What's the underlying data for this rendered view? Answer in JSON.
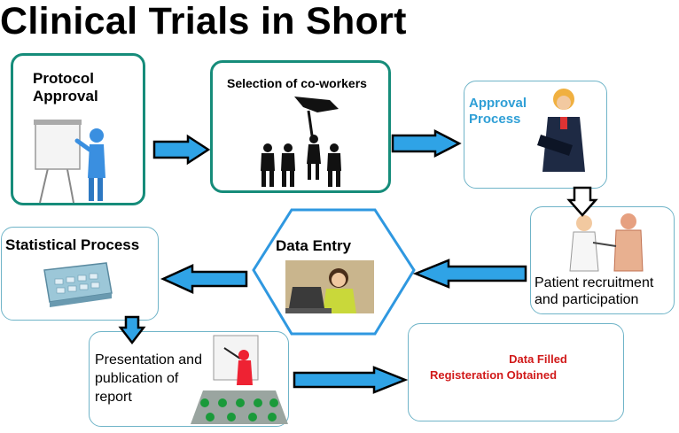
{
  "title": "Clinical Trials in Short",
  "steps": {
    "protocol": {
      "label": "Protocol Approval"
    },
    "coworkers": {
      "label": "Selection of co-workers"
    },
    "approval": {
      "label": "Approval Process"
    },
    "recruitment": {
      "label": "Patient recruitment and participation"
    },
    "data_entry": {
      "label": "Data Entry"
    },
    "statistical": {
      "label": "Statistical Process"
    },
    "presentation": {
      "label": "Presentation and publication of report"
    },
    "filled": {
      "line1": "Data Filled",
      "line2": "Registeration Obtained"
    }
  },
  "icons": {
    "protocol": "presenter-flipchart-icon",
    "coworkers": "hand-picking-businessman-icon",
    "approval": "woman-with-folder-icon",
    "recruitment": "doctor-examining-patient-icon",
    "data_entry": "woman-at-laptop-icon",
    "statistical": "calculator-icon",
    "presentation": "presenter-audience-icon"
  },
  "colors": {
    "arrow_fill": "#2fa3e6",
    "box_border": "#168c7a",
    "hexagon_border": "#2f98e0",
    "approval_text": "#2f9fd6",
    "filled_text": "#d11a1a"
  }
}
